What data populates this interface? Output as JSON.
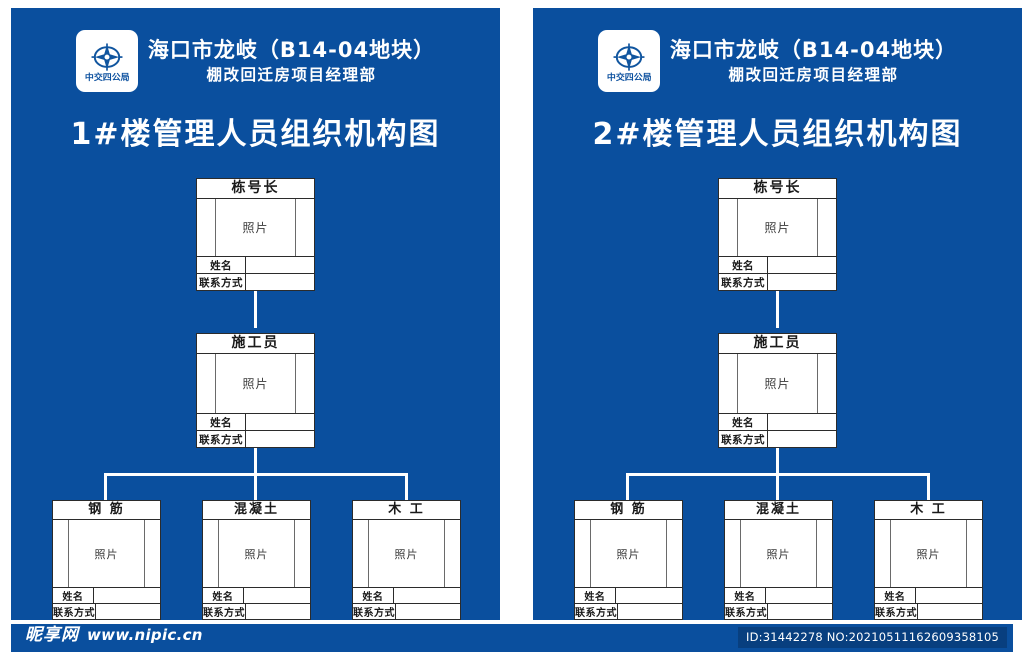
{
  "page": {
    "background": "#ffffff",
    "panel_color": "#0a4f9e",
    "box_fill": "#ffffff",
    "line_color": "#ffffff"
  },
  "panels": [
    {
      "id": "panel-1",
      "logo": {
        "icon": "compass-emblem-icon",
        "caption": "中交四公局"
      },
      "header_line1": "海口市龙岐（B14-04地块）",
      "header_line2": "棚改回迁房项目经理部",
      "big_title": "1#楼管理人员组织机构图",
      "nodes": {
        "level1": {
          "title": "栋号长",
          "photo_label": "照片",
          "name_label": "姓名",
          "name_value": "",
          "contact_label": "联系方式",
          "contact_value": ""
        },
        "level2": {
          "title": "施工员",
          "photo_label": "照片",
          "name_label": "姓名",
          "name_value": "",
          "contact_label": "联系方式",
          "contact_value": ""
        },
        "level3": [
          {
            "title": "钢 筋",
            "photo_label": "照片",
            "name_label": "姓名",
            "name_value": "",
            "contact_label": "联系方式",
            "contact_value": ""
          },
          {
            "title": "混凝土",
            "photo_label": "照片",
            "name_label": "姓名",
            "name_value": "",
            "contact_label": "联系方式",
            "contact_value": ""
          },
          {
            "title": "木 工",
            "photo_label": "照片",
            "name_label": "姓名",
            "name_value": "",
            "contact_label": "联系方式",
            "contact_value": ""
          }
        ]
      }
    },
    {
      "id": "panel-2",
      "logo": {
        "icon": "compass-emblem-icon",
        "caption": "中交四公局"
      },
      "header_line1": "海口市龙岐（B14-04地块）",
      "header_line2": "棚改回迁房项目经理部",
      "big_title": "2#楼管理人员组织机构图",
      "nodes": {
        "level1": {
          "title": "栋号长",
          "photo_label": "照片",
          "name_label": "姓名",
          "name_value": "",
          "contact_label": "联系方式",
          "contact_value": ""
        },
        "level2": {
          "title": "施工员",
          "photo_label": "照片",
          "name_label": "姓名",
          "name_value": "",
          "contact_label": "联系方式",
          "contact_value": ""
        },
        "level3": [
          {
            "title": "钢 筋",
            "photo_label": "照片",
            "name_label": "姓名",
            "name_value": "",
            "contact_label": "联系方式",
            "contact_value": ""
          },
          {
            "title": "混凝土",
            "photo_label": "照片",
            "name_label": "姓名",
            "name_value": "",
            "contact_label": "联系方式",
            "contact_value": ""
          },
          {
            "title": "木 工",
            "photo_label": "照片",
            "name_label": "姓名",
            "name_value": "",
            "contact_label": "联系方式",
            "contact_value": ""
          }
        ]
      }
    }
  ],
  "footer": {
    "watermark_logo": "昵享网",
    "watermark_url": "www.nipic.cn",
    "id_text": "ID:31442278 NO:20210511162609358105"
  }
}
